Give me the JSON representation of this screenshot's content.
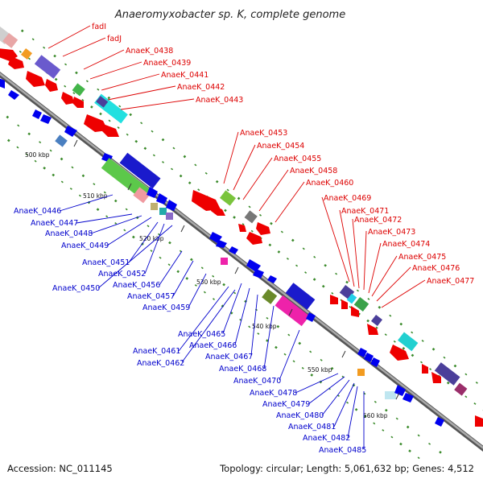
{
  "title": "Anaeromyxobacter sp. K, complete genome",
  "accession": "Accession: NC_011145",
  "summary": "Topology: circular; Length: 5,061,632 bp; Genes: 4,512",
  "colors": {
    "forward_label": "#dd0000",
    "reverse_label": "#0000cc",
    "backbone": "#888888",
    "gc_marks": "#3a8a2a"
  },
  "ticks": [
    "500 kbp",
    "510 kbp",
    "520 kbp",
    "530 kbp",
    "540 kbp",
    "550 kbp",
    "560 kbp"
  ],
  "top_labels": [
    "fadI",
    "fadJ",
    "AnaeK_0438",
    "AnaeK_0439",
    "AnaeK_0441",
    "AnaeK_0442",
    "AnaeK_0443",
    "AnaeK_0453",
    "AnaeK_0454",
    "AnaeK_0455",
    "AnaeK_0458",
    "AnaeK_0460",
    "AnaeK_0469",
    "AnaeK_0471",
    "AnaeK_0472",
    "AnaeK_0473",
    "AnaeK_0474",
    "AnaeK_0475",
    "AnaeK_0476",
    "AnaeK_0477"
  ],
  "bottom_labels": [
    "AnaeK_0446",
    "AnaeK_0447",
    "AnaeK_0448",
    "AnaeK_0449",
    "AnaeK_0451",
    "AnaeK_0452",
    "AnaeK_0450",
    "AnaeK_0456",
    "AnaeK_0457",
    "AnaeK_0459",
    "AnaeK_0465",
    "AnaeK_0466",
    "AnaeK_0461",
    "AnaeK_0467",
    "AnaeK_0462",
    "AnaeK_0468",
    "AnaeK_0470",
    "AnaeK_0478",
    "AnaeK_0479",
    "AnaeK_0480",
    "AnaeK_0481",
    "AnaeK_0482",
    "AnaeK_0485"
  ]
}
